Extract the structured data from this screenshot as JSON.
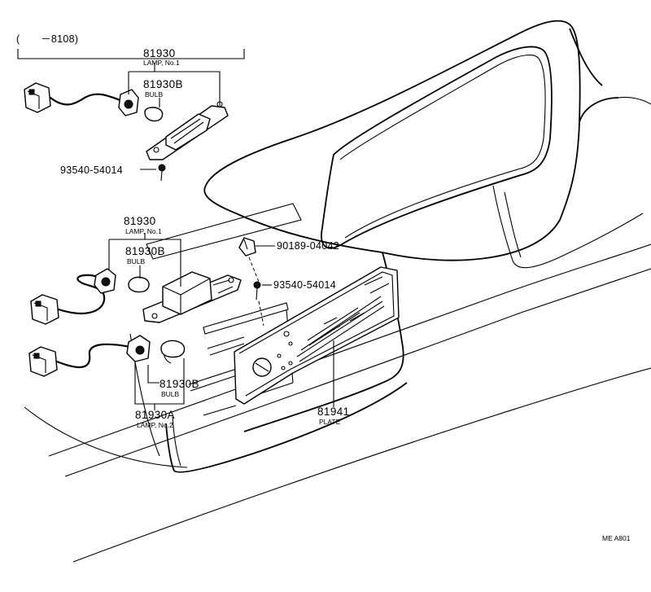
{
  "diagram": {
    "date_range": "(　　－8108)",
    "callouts": {
      "top_lamp_no": "81930",
      "top_lamp_name": "LAMP, No.1",
      "top_bulb_no": "81930B",
      "top_bulb_name": "BULB",
      "top_screw_no": "93540-54014",
      "mid_lamp_no": "81930",
      "mid_lamp_name": "LAMP, No.1",
      "mid_bulb_no": "81930B",
      "mid_bulb_name": "BULB",
      "clip_no": "90189-04042",
      "mid_screw_no": "93540-54014",
      "low_bulb_no": "81930B",
      "low_bulb_name": "BULB",
      "lamp2_no": "81930A",
      "lamp2_name": "LAMP, No.2",
      "plate_no": "81941",
      "plate_name": "PLATE"
    },
    "figure_code": "ME A801"
  }
}
